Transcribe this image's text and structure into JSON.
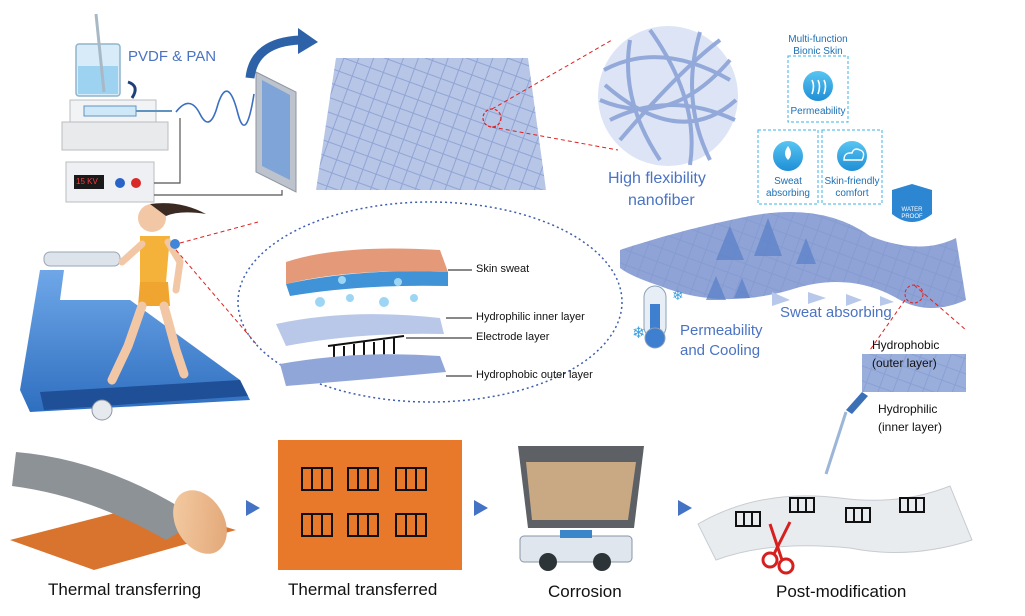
{
  "labels": {
    "pvdf_pan": "PVDF & PAN",
    "voltage": "15 KV",
    "high_flex": "High flexibility",
    "nanofiber": "nanofiber",
    "multi_function": "Multi-function",
    "bionic_skin": "Bionic Skin",
    "permeability": "Permeability",
    "sweat": "Sweat",
    "absorbing": "absorbing",
    "skin_friendly": "Skin-friendly",
    "comfort": "comfort",
    "water": "WATER",
    "proof": "PROOF",
    "skin_sweat": "Skin sweat",
    "hydrophilic_inner_layer": "Hydrophilic inner layer",
    "electrode_layer": "Electrode layer",
    "hydrophobic_outer_layer": "Hydrophobic outer layer",
    "permeability_line": "Permeability",
    "and_cooling": "and Cooling",
    "sweat_absorbing": "Sweat absorbing",
    "hydrophobic": "Hydrophobic",
    "outer_layer": "(outer layer)",
    "hydrophilic": "Hydrophilic",
    "inner_layer": "(inner layer)"
  },
  "steps": [
    {
      "label": "Thermal transferring"
    },
    {
      "label": "Thermal transferred"
    },
    {
      "label": "Corrosion"
    },
    {
      "label": "Post-modification"
    }
  ],
  "colors": {
    "fiber": "#8aa3d8",
    "accent_blue": "#4a73c4",
    "arrow_blue": "#4472c4",
    "orange": "#e8782a",
    "icon_blue": "#29a8e0"
  }
}
